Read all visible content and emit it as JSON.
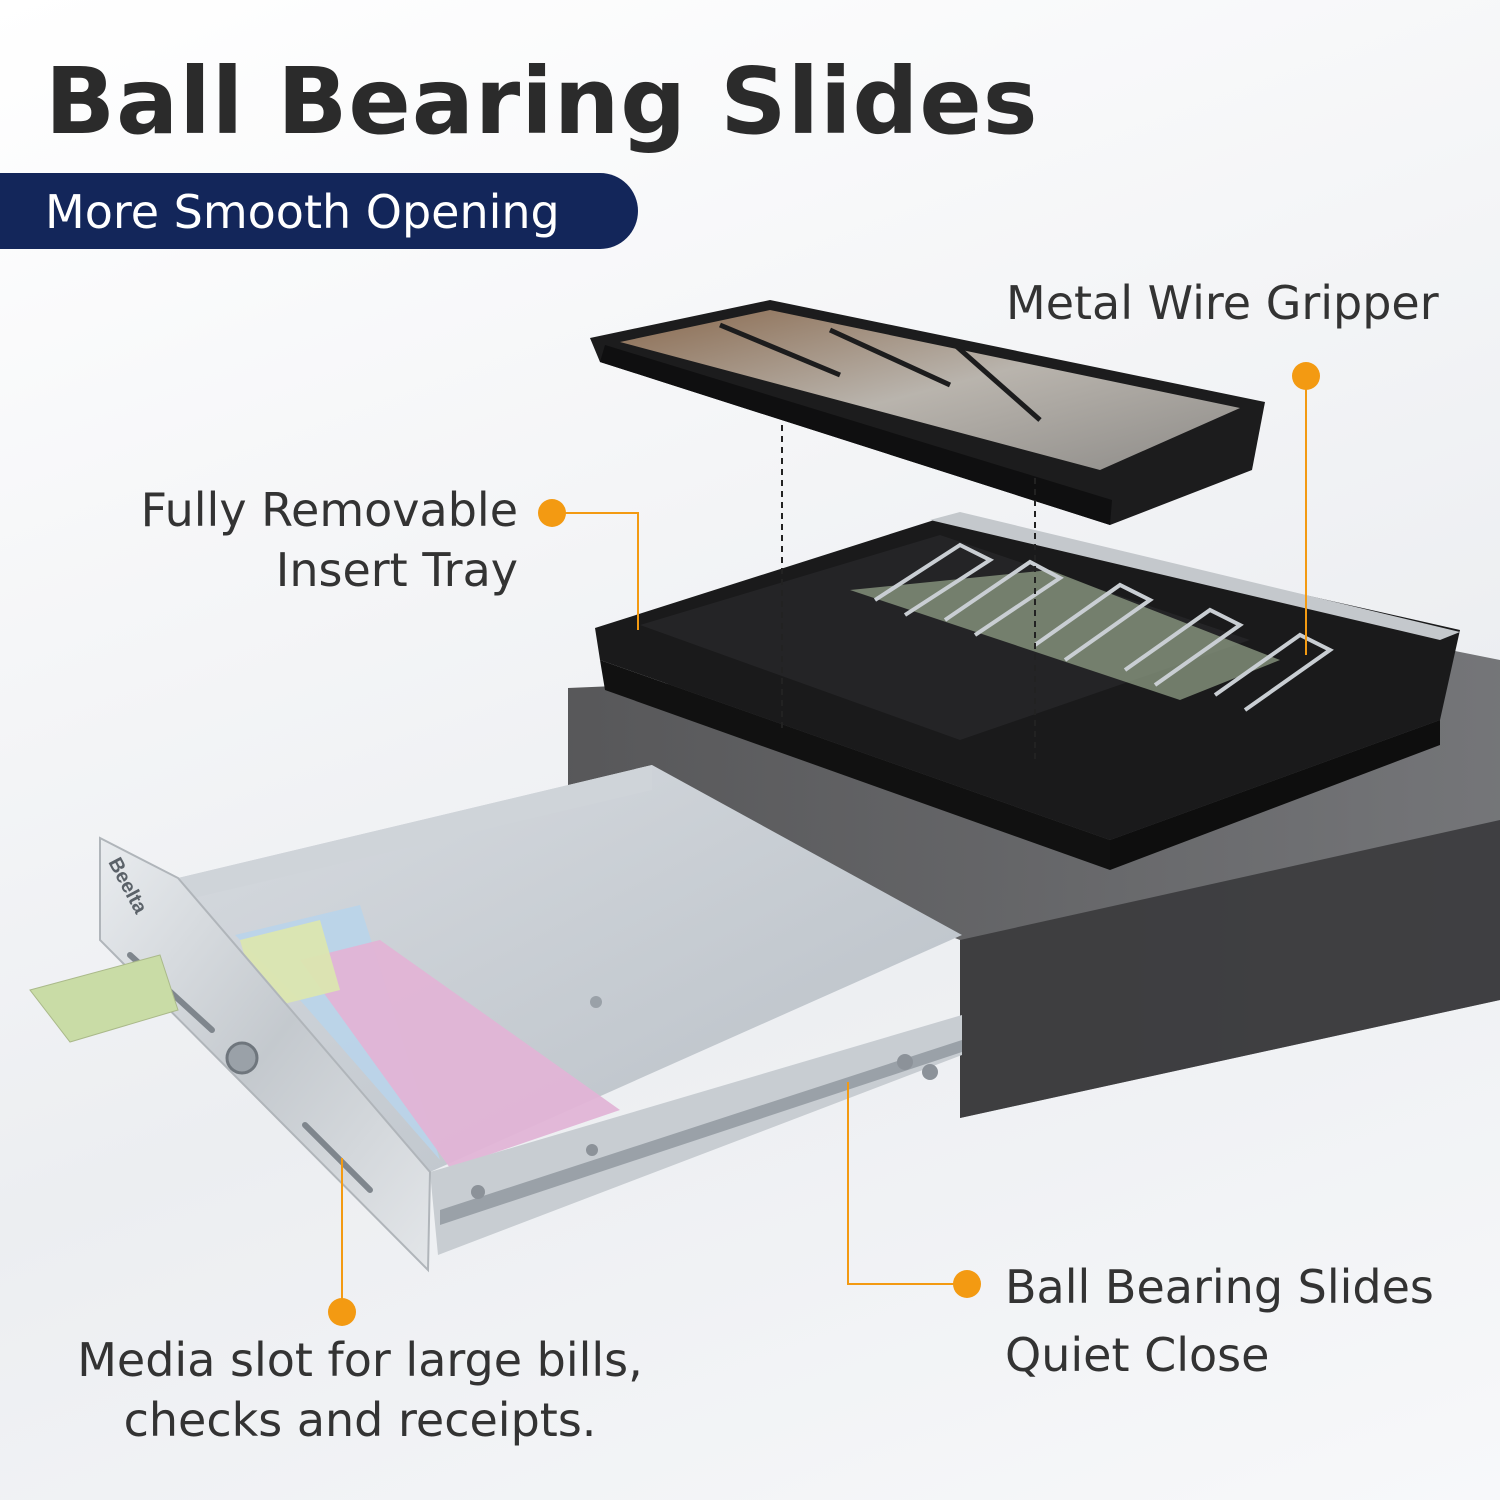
{
  "header": {
    "title": "Ball Bearing Slides",
    "subtitle": "More Smooth Opening"
  },
  "callouts": {
    "wire_gripper": "Metal Wire Gripper",
    "insert_tray_line1": "Fully Removable",
    "insert_tray_line2": "Insert Tray",
    "slides_line1": "Ball Bearing Slides",
    "slides_line2": "Quiet Close",
    "media_slot_line1": "Media slot for large bills,",
    "media_slot_line2": "checks and receipts."
  },
  "product": {
    "brand_label": "Beelta"
  },
  "colors": {
    "accent_orange": "#f39a12",
    "banner_navy": "#13265a",
    "title_text": "#2b2b2b"
  }
}
